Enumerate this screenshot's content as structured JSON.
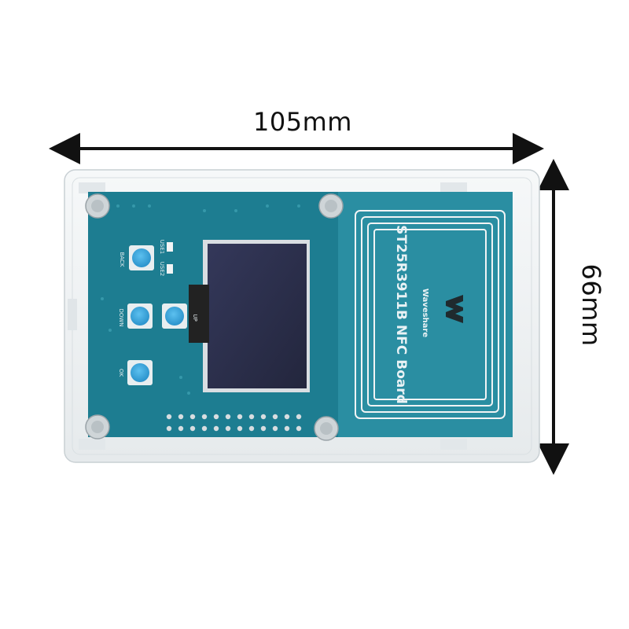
{
  "dimensions": {
    "width_label": "105mm",
    "height_label": "66mm"
  },
  "board": {
    "name": "ST25R3911B NFC Board",
    "brand": "Waveshare",
    "button_labels": {
      "back": "BACK",
      "down": "DOWN",
      "up": "UP",
      "ok": "OK",
      "use1": "USE1",
      "use2": "USE2"
    }
  },
  "colors": {
    "pcb": "#1d7d91",
    "button": "#3aa8e0",
    "oled": "#2b2f4a",
    "case": "#eef1f3"
  }
}
